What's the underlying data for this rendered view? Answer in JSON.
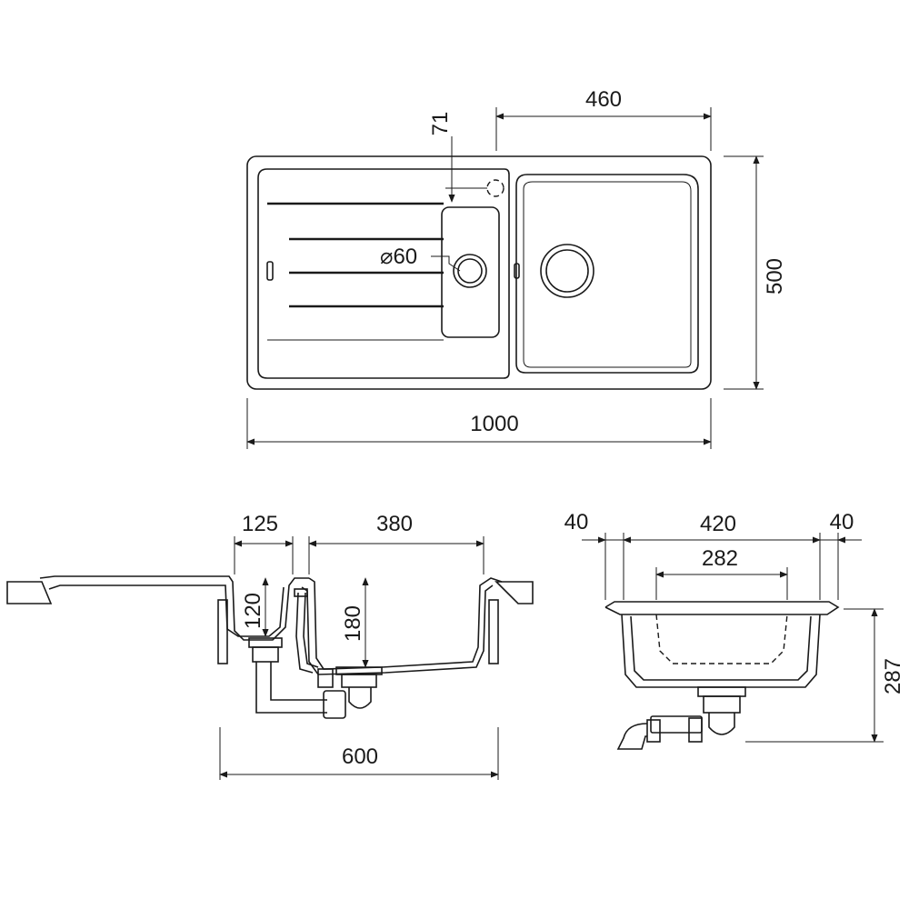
{
  "dimensions": {
    "top_bowl_width": "460",
    "tap_offset": "71",
    "drain_diameter": "⌀60",
    "height": "500",
    "overall_width": "1000",
    "drainer_depth": "125",
    "bowl_width_side": "380",
    "drainer_height": "120",
    "bowl_depth": "180",
    "cabinet_width": "600",
    "rim_left": "40",
    "bowl_outer": "420",
    "rim_right": "40",
    "bowl_inner": "282",
    "total_depth": "287"
  }
}
